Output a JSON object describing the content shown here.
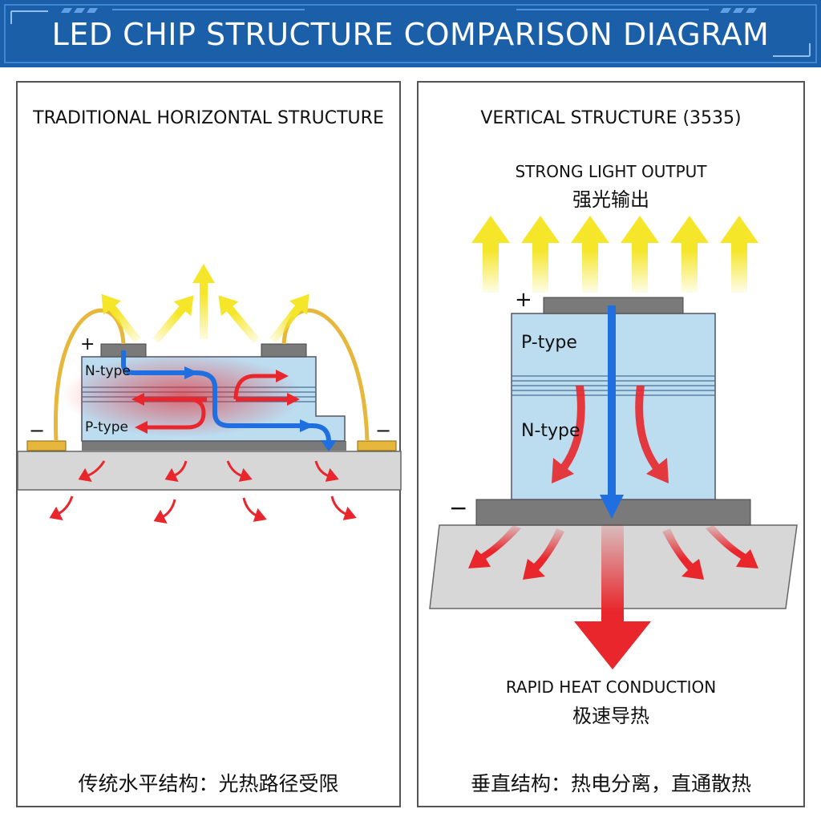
{
  "header": {
    "title": "LED CHIP STRUCTURE COMPARISON DIAGRAM"
  },
  "left_panel": {
    "title": "TRADITIONAL HORIZONTAL STRUCTURE",
    "n_label": "N-type",
    "p_label": "P-type",
    "plus": "+",
    "minus_left": "−",
    "minus_right": "−",
    "caption": "传统水平结构：光热路径受限"
  },
  "right_panel": {
    "title": "VERTICAL STRUCTURE (3535)",
    "light_en": "STRONG LIGHT OUTPUT",
    "light_cn": "强光输出",
    "p_label": "P-type",
    "n_label": "N-type",
    "plus": "+",
    "minus": "−",
    "heat_en": "RAPID HEAT CONDUCTION",
    "heat_cn": "极速导热",
    "caption": "垂直结构：热电分离，直通散热"
  },
  "colors": {
    "banner": "#1a5fa8",
    "light_arrow": "#f5e62a",
    "heat_arrow": "#e8262b",
    "current_arrow": "#1f6fe0",
    "chip": "#bcdcf0",
    "pad": "#7a7a7a",
    "substrate": "#d7d7d7",
    "wire": "#e7b73b"
  }
}
